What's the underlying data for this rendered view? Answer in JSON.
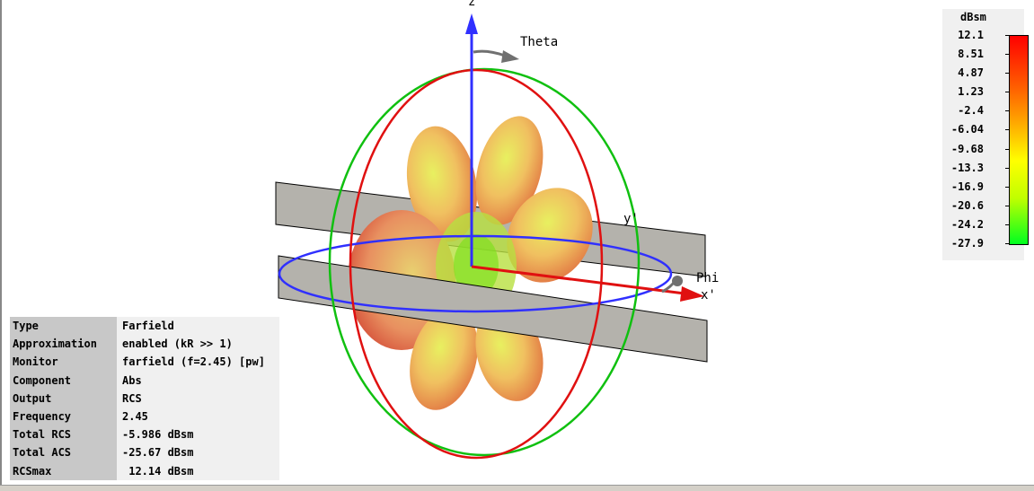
{
  "axes": {
    "z": "z",
    "theta": "Theta",
    "phi": "Phi",
    "x": "x'",
    "y": "y'"
  },
  "legend": {
    "unit": "dBsm",
    "ticks": [
      "12.1",
      "8.51",
      "4.87",
      "1.23",
      "-2.4",
      "-6.04",
      "-9.68",
      "-13.3",
      "-16.9",
      "-20.6",
      "-24.2",
      "-27.9"
    ],
    "colors": [
      "#ff0000",
      "#ffa000",
      "#ffff00",
      "#00ff20"
    ]
  },
  "info": [
    {
      "k": "Type",
      "v": "Farfield"
    },
    {
      "k": "Approximation",
      "v": "enabled (kR >> 1)"
    },
    {
      "k": "Monitor",
      "v": "farfield (f=2.45) [pw]"
    },
    {
      "k": "Component",
      "v": "Abs"
    },
    {
      "k": "Output",
      "v": "RCS"
    },
    {
      "k": "Frequency",
      "v": "2.45"
    },
    {
      "k": "Total RCS",
      "v": "-5.986 dBsm"
    },
    {
      "k": "Total ACS",
      "v": "-25.67 dBsm"
    },
    {
      "k": "RCSmax",
      "v": " 12.14 dBsm"
    }
  ]
}
